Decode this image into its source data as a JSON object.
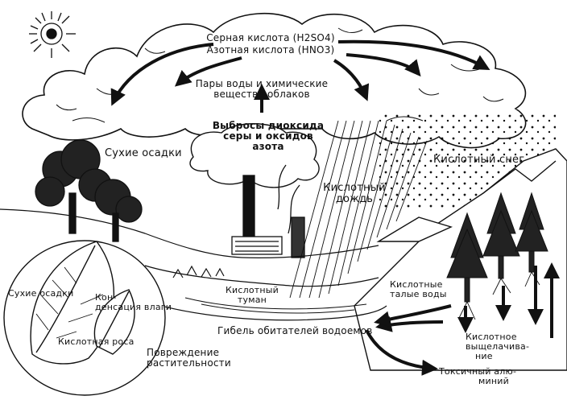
{
  "labels": {
    "sulfuric_acid": "Серная кислота (H2SO4)",
    "nitric_acid": "Азотная кислота (HNO3)",
    "vapor_line1": "Пары воды и химические",
    "vapor_line2": "вещества облаков",
    "emissions_line1": "Выбросы диоксида",
    "emissions_line2": "серы и оксидов",
    "emissions_line3": "азота",
    "dry_deposition": "Сухие осадки",
    "acid_snow": "Кислотный снег",
    "acid_rain_line1": "Кислотный",
    "acid_rain_line2": "дождь",
    "acid_fog_line1": "Кислотный",
    "acid_fog_line2": "туман",
    "acid_melt_line1": "Кислотные",
    "acid_melt_line2": "талые воды",
    "leaf_dry_deposition": "Сухие осадки",
    "leaf_condensation_line1": "Кон-",
    "leaf_condensation_line2": "денсация влаги",
    "leaf_acid_dew": "Кислотная роса",
    "vegetation_line1": "Повреждение",
    "vegetation_line2": "растительности",
    "aquatic_death": "Гибель обитателей водоемов",
    "acid_leaching_line1": "Кислотное",
    "acid_leaching_line2": "выщелачива-",
    "acid_leaching_line3": "ние",
    "toxic_aluminum_line1": "Токсичный алю-",
    "toxic_aluminum_line2": "миний"
  },
  "colors": {
    "ink": "#111111",
    "paper": "#ffffff"
  }
}
